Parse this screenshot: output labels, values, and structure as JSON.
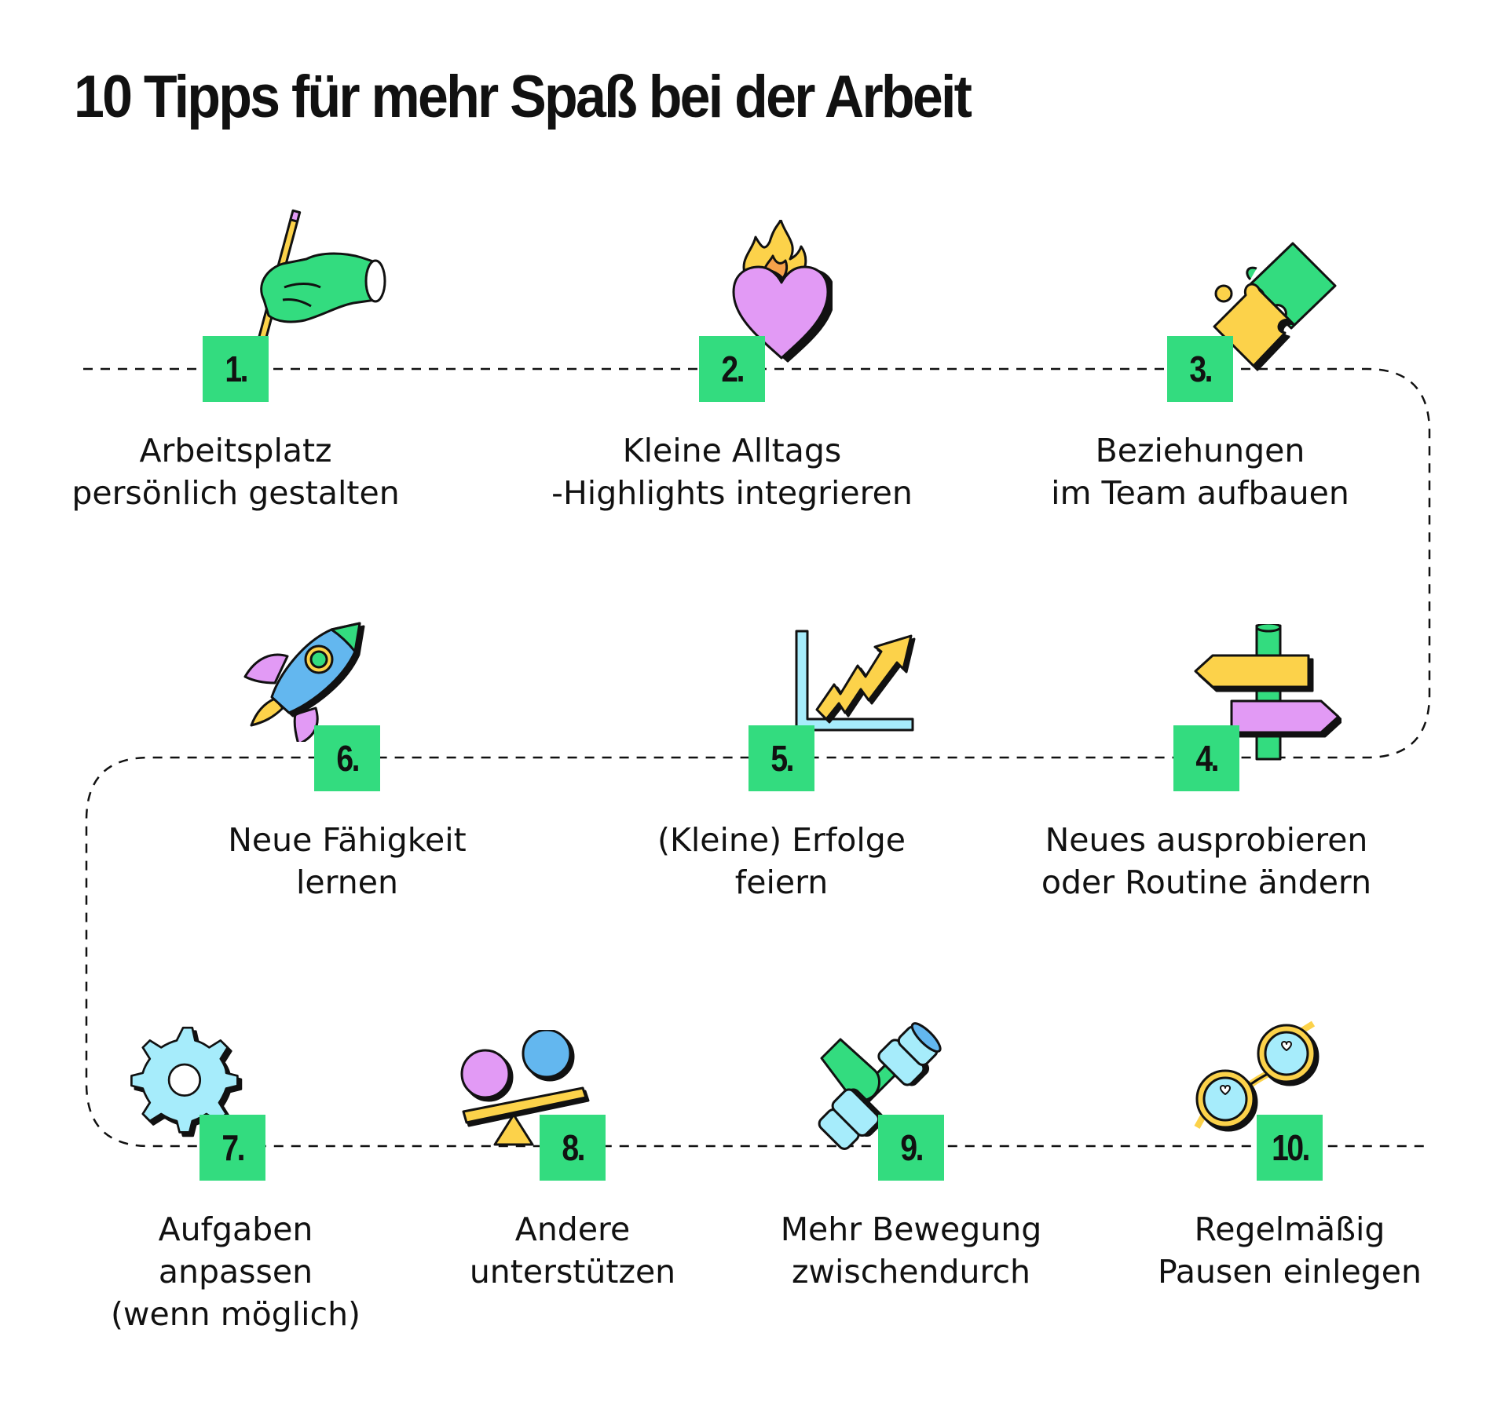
{
  "title": "10 Tipps für mehr Spaß bei der Arbeit",
  "colors": {
    "green": "#33dc7f",
    "yellow": "#fcd24a",
    "violet": "#e29af5",
    "blue": "#63b7ef",
    "lightblue": "#a6ecfb",
    "orange": "#f6a24a",
    "ink": "#111111"
  },
  "steps": [
    {
      "number": "1.",
      "text": "Arbeitsplatz\npersönlich gestalten",
      "icon": "hand-with-pencil-icon"
    },
    {
      "number": "2.",
      "text": "Kleine Alltags\n-Highlights integrieren",
      "icon": "flaming-heart-icon"
    },
    {
      "number": "3.",
      "text": "Beziehungen\nim Team aufbauen",
      "icon": "puzzle-pieces-icon"
    },
    {
      "number": "4.",
      "text": "Neues ausprobieren\noder Routine ändern",
      "icon": "signpost-icon"
    },
    {
      "number": "5.",
      "text": "(Kleine) Erfolge\nfeiern",
      "icon": "growth-chart-icon"
    },
    {
      "number": "6.",
      "text": "Neue Fähigkeit\nlernen",
      "icon": "rocket-icon"
    },
    {
      "number": "7.",
      "text": "Aufgaben\nanpassen\n(wenn möglich)",
      "icon": "gear-icon"
    },
    {
      "number": "8.",
      "text": "Andere\nunterstützen",
      "icon": "balance-seesaw-icon"
    },
    {
      "number": "9.",
      "text": "Mehr Bewegung\nzwischendurch",
      "icon": "dumbbell-hand-icon"
    },
    {
      "number": "10.",
      "text": "Regelmäßig\nPausen einlegen",
      "icon": "glasses-icon"
    }
  ]
}
